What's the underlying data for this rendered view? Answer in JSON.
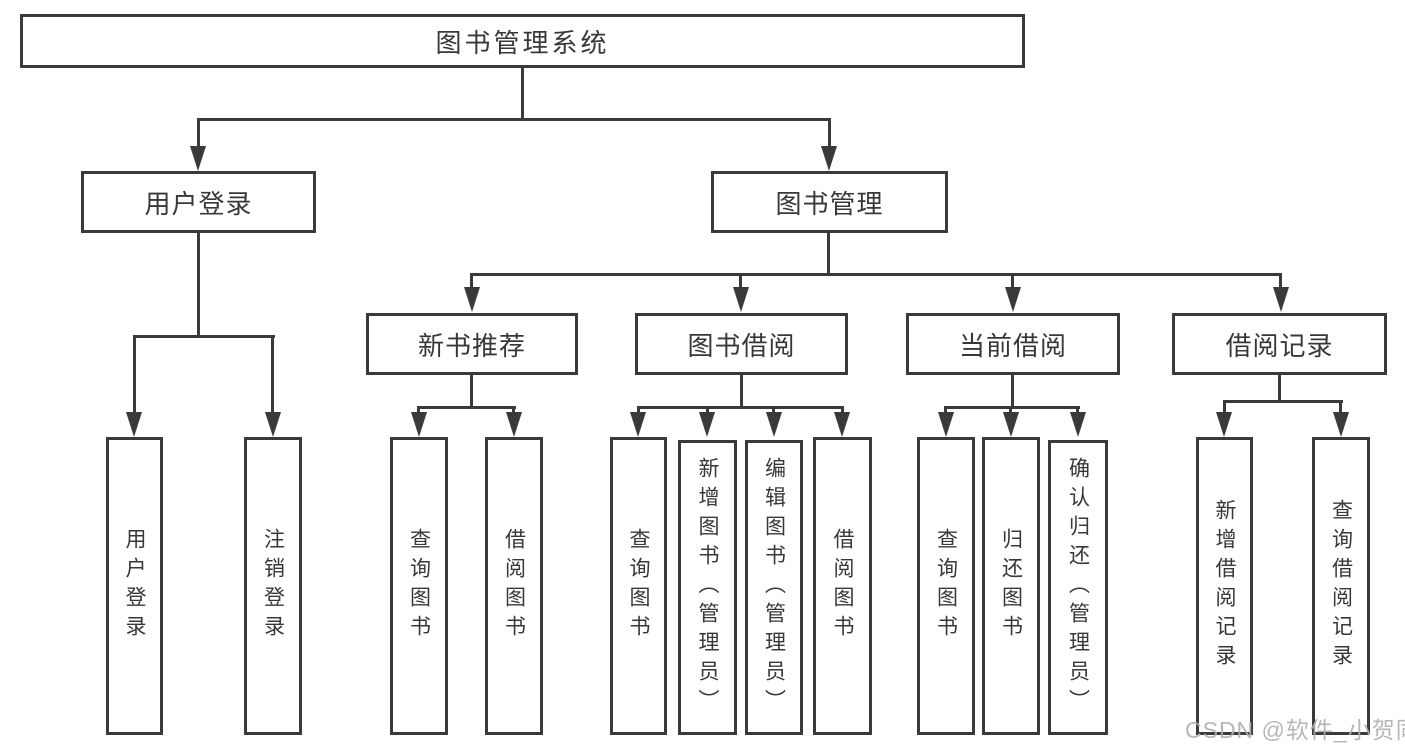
{
  "diagram": {
    "root": {
      "label": "图书管理系统"
    },
    "level2": [
      {
        "label": "用户登录"
      },
      {
        "label": "图书管理"
      }
    ],
    "level3": [
      {
        "label": "新书推荐"
      },
      {
        "label": "图书借阅"
      },
      {
        "label": "当前借阅"
      },
      {
        "label": "借阅记录"
      }
    ],
    "leaves": {
      "user_login": [
        {
          "label": "用户登录"
        },
        {
          "label": "注销登录"
        }
      ],
      "new_books": [
        {
          "label": "查询图书"
        },
        {
          "label": "借阅图书"
        }
      ],
      "book_borrow": [
        {
          "label": "查询图书"
        },
        {
          "label": "新增图书（管理员）"
        },
        {
          "label": "编辑图书（管理员）"
        },
        {
          "label": "借阅图书"
        }
      ],
      "current_borrow": [
        {
          "label": "查询图书"
        },
        {
          "label": "归还图书"
        },
        {
          "label": "确认归还（管理员）"
        }
      ],
      "borrow_records": [
        {
          "label": "新增借阅记录"
        },
        {
          "label": "查询借阅记录"
        }
      ]
    },
    "watermark": "CSDN @软件_小贺同学",
    "colors": {
      "line": "#3a3a3a",
      "text": "#383838",
      "watermark": "#b0b0b0"
    }
  }
}
